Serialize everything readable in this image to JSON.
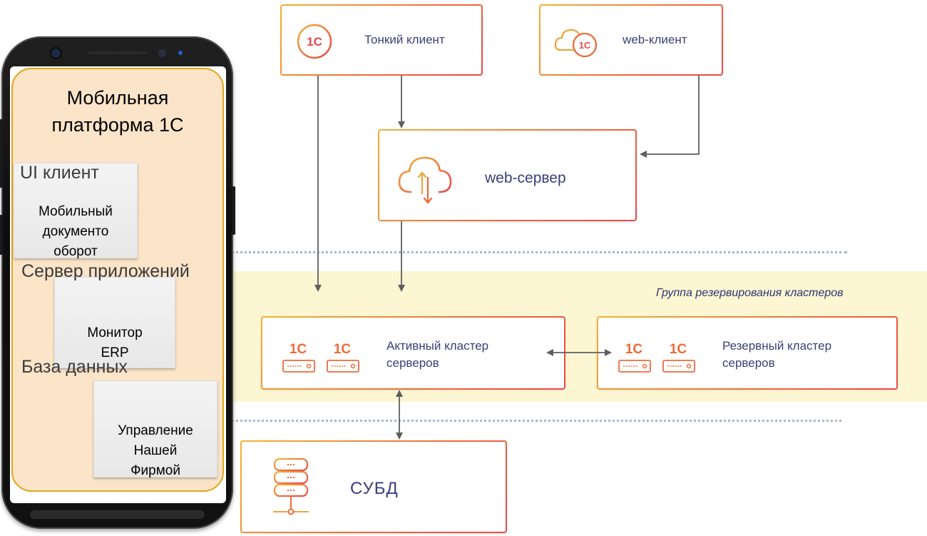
{
  "mobile": {
    "title": "Мобильная\nплатформа 1С",
    "ui_label": "UI клиент",
    "server_label": "Сервер приложений",
    "db_label": "База данных",
    "cards": [
      "Мобильный\nдокументо\nоборот",
      "Монитор\nERP",
      "Управление\nНашей\nФирмой"
    ]
  },
  "clients": {
    "thin": "Тонкий клиент",
    "web": "web-клиент"
  },
  "web_server": "web-сервер",
  "cluster_group": {
    "title": "Группа резервирования кластеров",
    "active": "Активный кластер\nсерверов",
    "reserve": "Резервный кластер\nсерверов"
  },
  "dbms": "СУБД",
  "logos": {
    "brand_text": "1С"
  },
  "colors": {
    "box_border_start": "#f2b238",
    "box_border_end": "#e9484a",
    "label_text": "#3a3f7a",
    "cluster_zone_bg": "#fdf6d3",
    "platform_bg": "#fbe4c8",
    "platform_border": "#e3a51a",
    "arrow": "#5f5f5f",
    "dotted_line": "#aab5c8"
  }
}
